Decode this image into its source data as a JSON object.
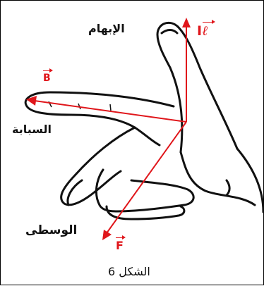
{
  "figure": {
    "labels": {
      "thumb": "الإبهام",
      "index": "السبابة",
      "middle": "الوسطى",
      "caption": "الشكل 6"
    },
    "vectors": {
      "current": {
        "prefix": "I",
        "suffix": "ℓ"
      },
      "field": "B",
      "force": "F"
    },
    "colors": {
      "vector": "#e0161b",
      "outline": "#111111"
    }
  }
}
